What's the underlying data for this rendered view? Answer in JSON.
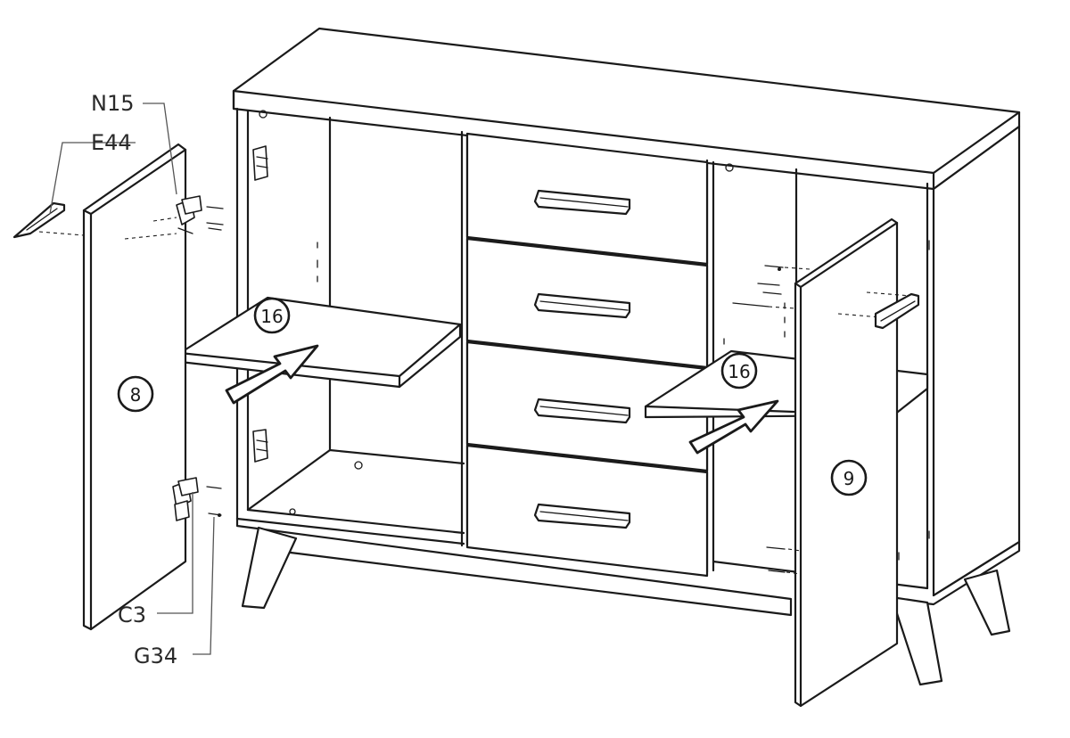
{
  "part_labels": {
    "n15": "N15",
    "e44": "E44",
    "c3": "C3",
    "g34": "G34"
  },
  "callouts": {
    "left_door": "8",
    "right_door": "9",
    "left_shelf": "16",
    "right_shelf": "16"
  }
}
